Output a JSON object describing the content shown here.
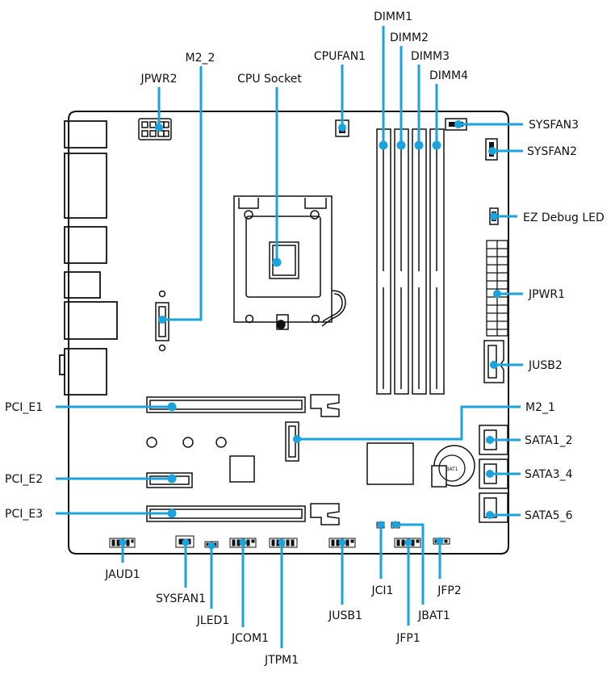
{
  "labels": {
    "dimm1": "DIMM1",
    "dimm2": "DIMM2",
    "dimm3": "DIMM3",
    "dimm4": "DIMM4",
    "m2_2": "M2_2",
    "cpufan1": "CPUFAN1",
    "jpwr2": "JPWR2",
    "cpu_socket": "CPU Socket",
    "sysfan3": "SYSFAN3",
    "sysfan2": "SYSFAN2",
    "ez_debug_led": "EZ Debug LED",
    "jpwr1": "JPWR1",
    "jusb2": "JUSB2",
    "pci_e1": "PCI_E1",
    "m2_1": "M2_1",
    "sata1_2": "SATA1_2",
    "pci_e2": "PCI_E2",
    "sata3_4": "SATA3_4",
    "pci_e3": "PCI_E3",
    "sata5_6": "SATA5_6",
    "jaud1": "JAUD1",
    "sysfan1": "SYSFAN1",
    "jled1": "JLED1",
    "jcom1": "JCOM1",
    "jtpm1": "JTPM1",
    "jusb1": "JUSB1",
    "jci1": "JCI1",
    "jfp1": "JFP1",
    "jbat1": "JBAT1",
    "jfp2": "JFP2",
    "battery": "BAT1"
  },
  "colors": {
    "leader": "#1aa3dc",
    "outline": "#111111",
    "background": "#ffffff"
  }
}
